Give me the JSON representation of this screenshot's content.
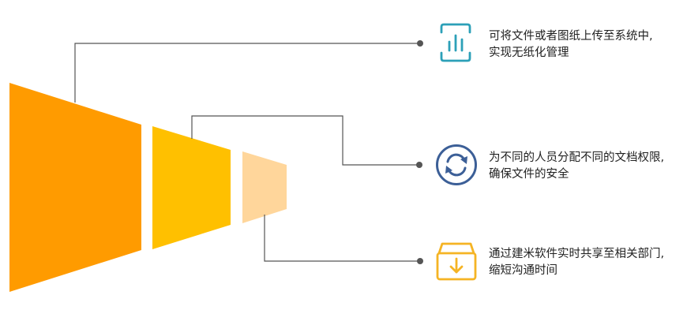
{
  "colors": {
    "segment_1": "#FF9B00",
    "segment_2": "#FFC000",
    "segment_3": "#FFD69B",
    "connector": "#555555",
    "icon_1": "#2CA0B8",
    "icon_2": "#3C5F97",
    "icon_3": "#F5B424"
  },
  "items": [
    {
      "icon": "bar-chart-icon",
      "line1": "可将文件或者图纸上传至系统中,",
      "line2": "实现无纸化管理"
    },
    {
      "icon": "refresh-icon",
      "line1": "为不同的人员分配不同的文档权限,",
      "line2": "确保文件的安全"
    },
    {
      "icon": "download-box-icon",
      "line1": "通过建米软件实时共享至相关部门,",
      "line2": "缩短沟通时间"
    }
  ]
}
